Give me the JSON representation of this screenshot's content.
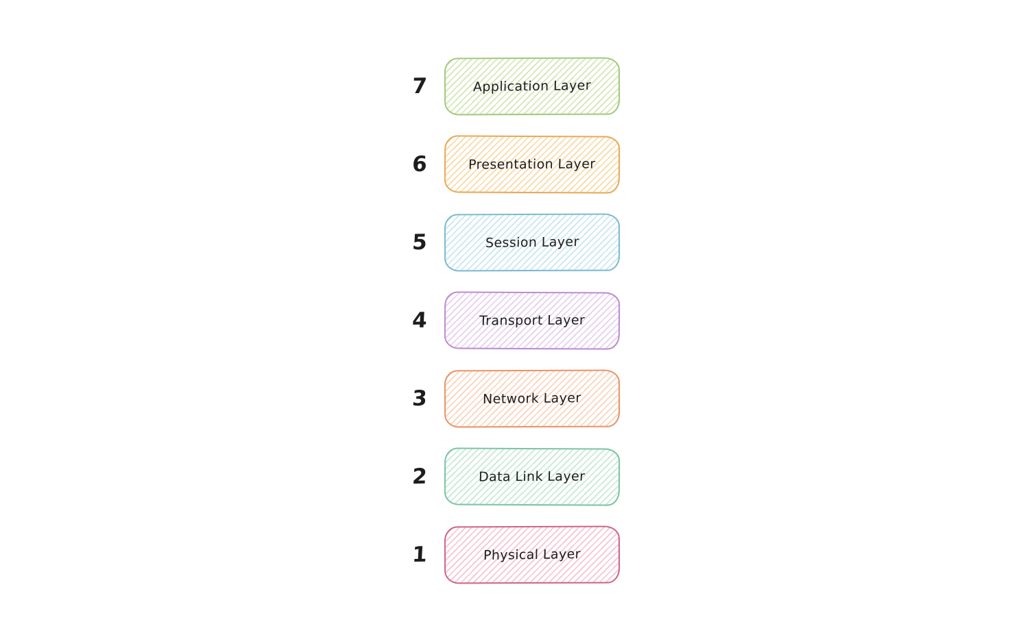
{
  "background_color": "#ffffff",
  "text_color": "#1c1c1c",
  "diagram_type": "osi-model-stack",
  "layers": [
    {
      "number": "7",
      "label": "Application Layer",
      "border_color": "#a3c97c",
      "hatch_color": "#d7e9bd"
    },
    {
      "number": "6",
      "label": "Presentation Layer",
      "border_color": "#eaa855",
      "hatch_color": "#f8deb0"
    },
    {
      "number": "5",
      "label": "Session Layer",
      "border_color": "#7cbacf",
      "hatch_color": "#cfe9f2"
    },
    {
      "number": "4",
      "label": "Transport Layer",
      "border_color": "#bd8bce",
      "hatch_color": "#e9d4f1"
    },
    {
      "number": "3",
      "label": "Network Layer",
      "border_color": "#ea9366",
      "hatch_color": "#f9d9c3"
    },
    {
      "number": "2",
      "label": "Data Link Layer",
      "border_color": "#7cc3a5",
      "hatch_color": "#cdebdc"
    },
    {
      "number": "1",
      "label": "Physical Layer",
      "border_color": "#cd6584",
      "hatch_color": "#f5ccd9"
    }
  ]
}
